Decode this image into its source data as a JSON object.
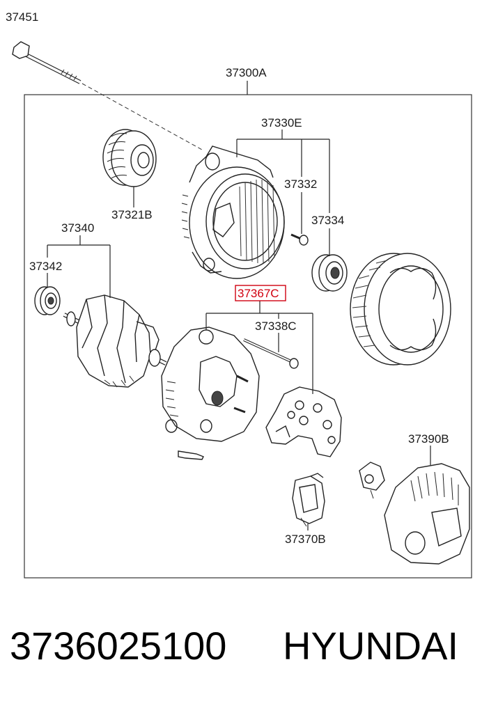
{
  "labels": {
    "bolt": "37451",
    "assembly": "37300A",
    "front_bracket": "37330E",
    "pulley": "37321B",
    "screw": "37332",
    "bearing_front": "37334",
    "rotor": "37340",
    "bearing_rear": "37342",
    "rear_bracket": "37367C",
    "through_bolt": "37338C",
    "rear_cover": "37390B",
    "regulator": "37370B"
  },
  "highlighted_part": "37367C",
  "highlight_color": "#d0000f",
  "footer": {
    "part_number": "3736025100",
    "brand": "HYUNDAI"
  }
}
